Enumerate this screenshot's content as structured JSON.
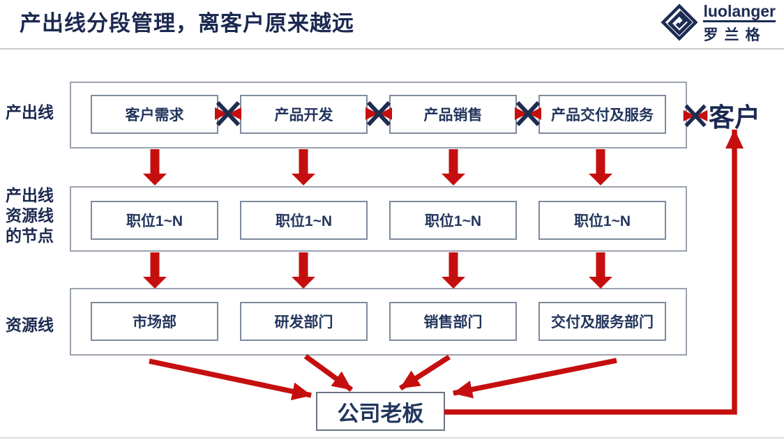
{
  "title": "产出线分段管理，离客户原来越远",
  "logo": {
    "name": "luolanger",
    "cn": "罗兰格"
  },
  "rows": [
    {
      "label": "产出线",
      "boxes": [
        "客户需求",
        "产品开发",
        "产品销售",
        "产品交付及服务"
      ]
    },
    {
      "label_lines": [
        "产出线",
        "资源线",
        "的节点"
      ],
      "boxes": [
        "职位1~N",
        "职位1~N",
        "职位1~N",
        "职位1~N"
      ]
    },
    {
      "label": "资源线",
      "boxes": [
        "市场部",
        "研发部门",
        "销售部门",
        "交付及服务部门"
      ]
    }
  ],
  "customer_label": "客户",
  "boss_label": "公司老板",
  "icons": {
    "logo": "luolanger-diamond-icon",
    "blocked_connection": "crossed-connection-icon",
    "flow": "red-arrow"
  },
  "colors": {
    "navy": "#1b2950",
    "red": "#c50f0f",
    "box_border": "#7e8a9e",
    "container_border": "#9aa2ae"
  }
}
